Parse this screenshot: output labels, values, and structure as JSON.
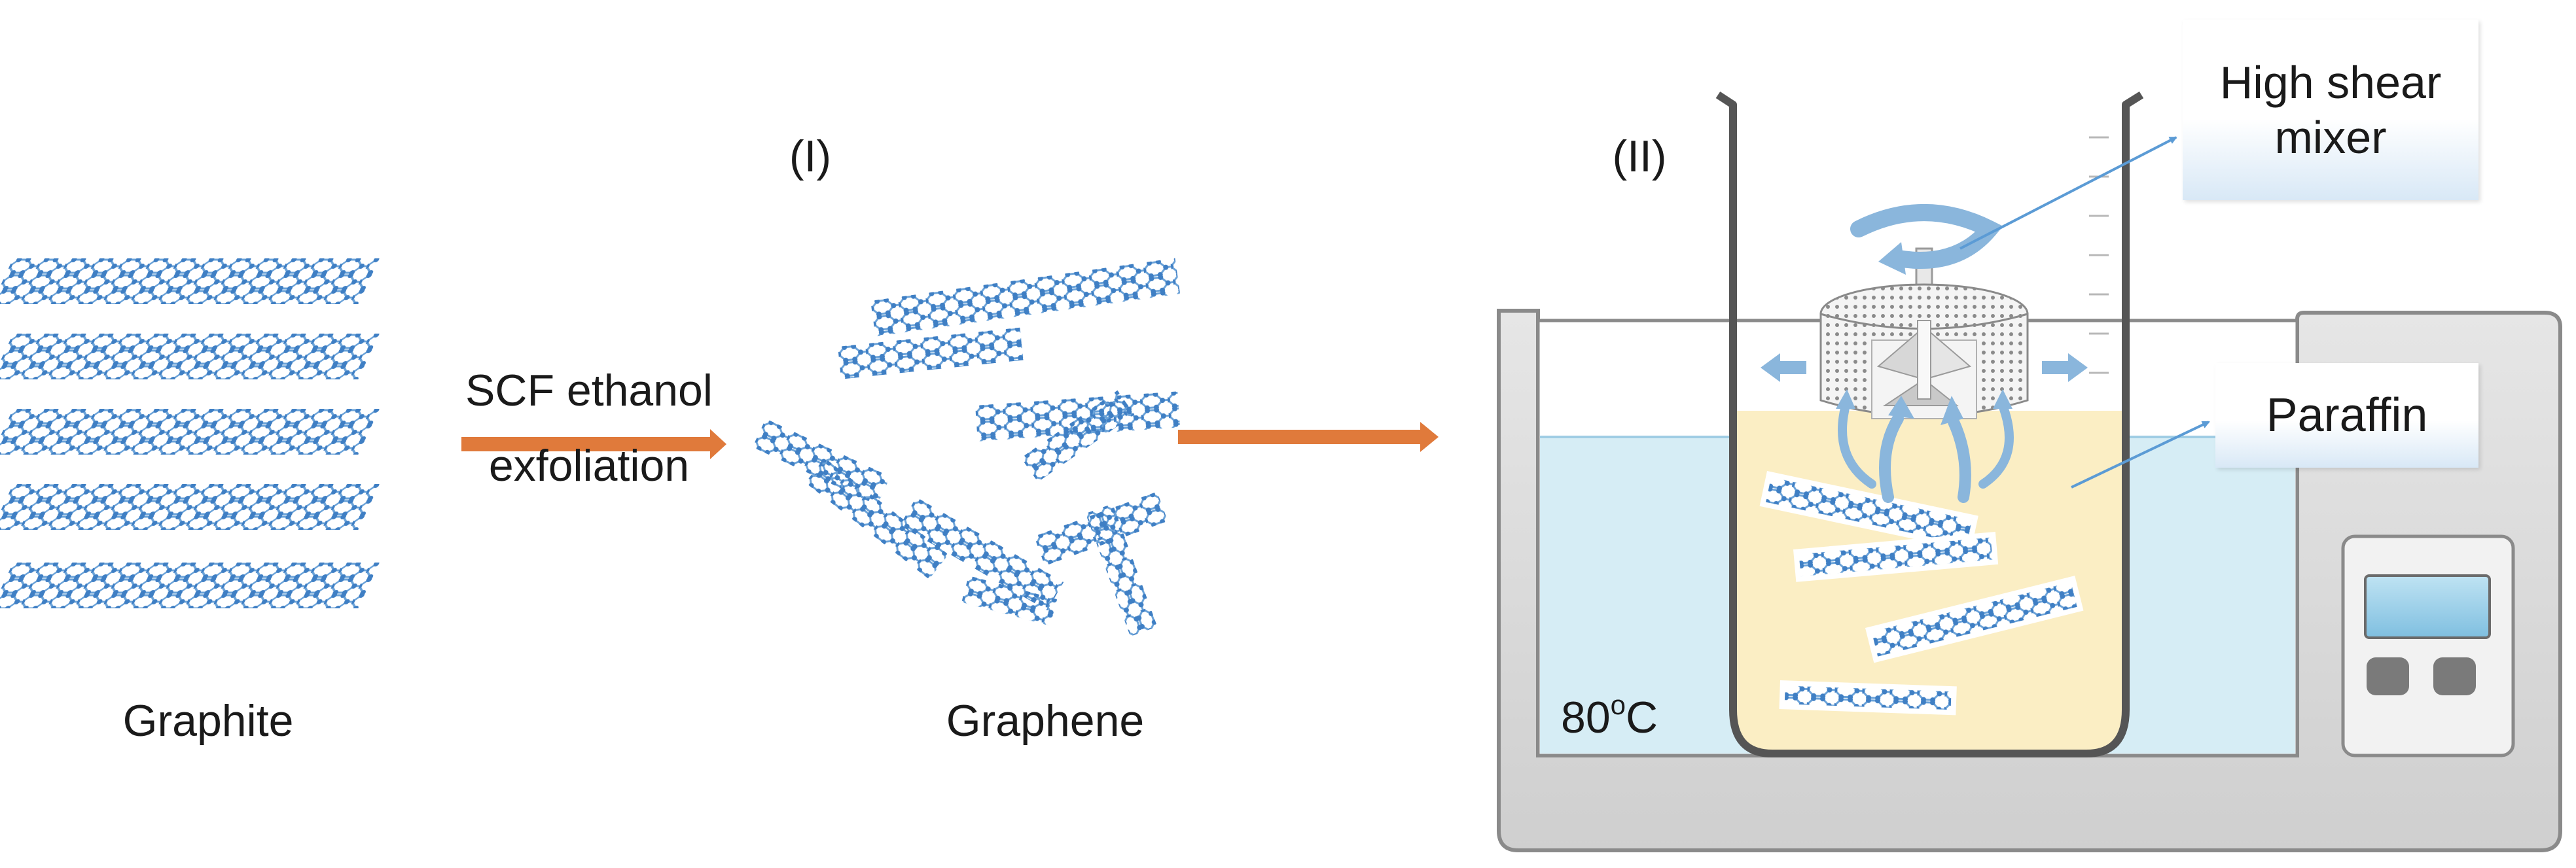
{
  "labels": {
    "step1": "(I)",
    "step2": "(II)",
    "process_line1": "SCF ethanol",
    "process_line2": "exfoliation",
    "graphite": "Graphite",
    "graphene": "Graphene",
    "temperature_value": "80",
    "temperature_sup": "o",
    "temperature_unit": "C",
    "mixer_line1": "High shear",
    "mixer_line2": "mixer",
    "paraffin": "Paraffin"
  },
  "colors": {
    "lattice": "#4f8fd0",
    "arrow": "#e07a3b",
    "water": "#d6edf5",
    "paraffin": "#fbeec4",
    "bath": "#dcdcdc",
    "pointer": "#5b9bd5"
  }
}
